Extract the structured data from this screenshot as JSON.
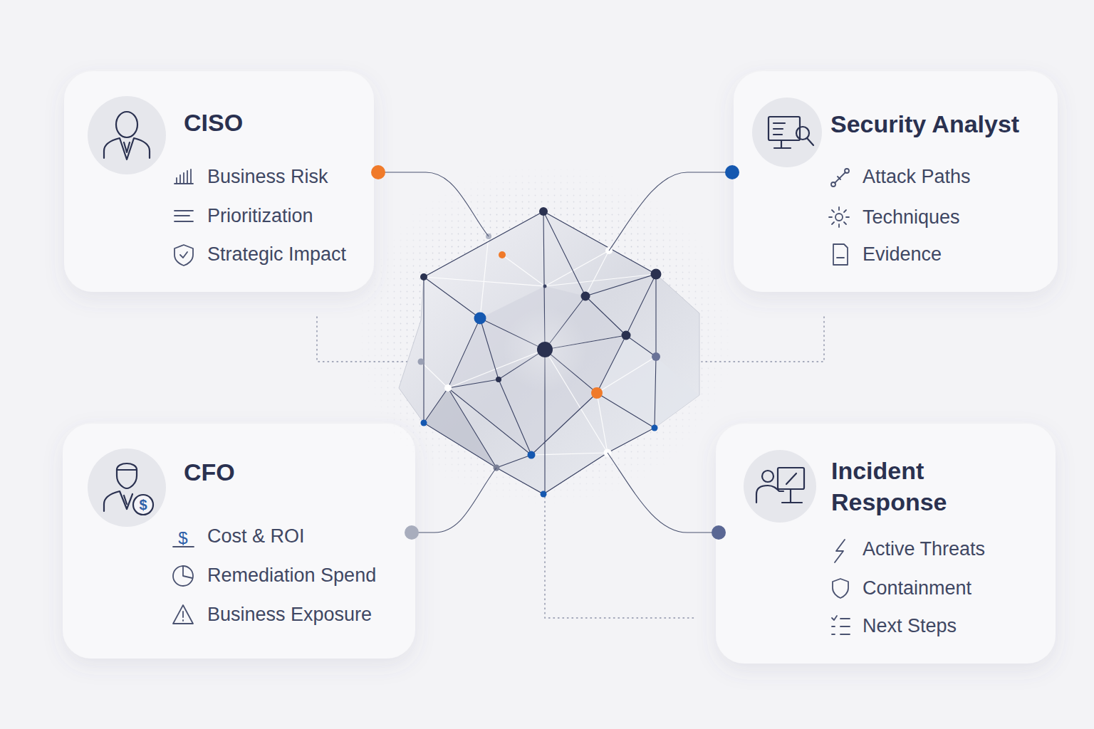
{
  "diagram": {
    "nodes": [
      {
        "text": [
          "CISO",
          "Business Risk",
          "Prioritization",
          "Strategic Impact"
        ]
      },
      {
        "text": [
          "Security Analyst",
          "Attack Paths",
          "Techniques",
          "Evidence"
        ]
      },
      {
        "text": [
          "CFO",
          "Cost & ROI",
          "Remediation Spend",
          "Business Exposure"
        ]
      },
      {
        "text": [
          "Incident Response",
          "Active Threats",
          "Containment",
          "Next Steps"
        ]
      }
    ]
  }
}
